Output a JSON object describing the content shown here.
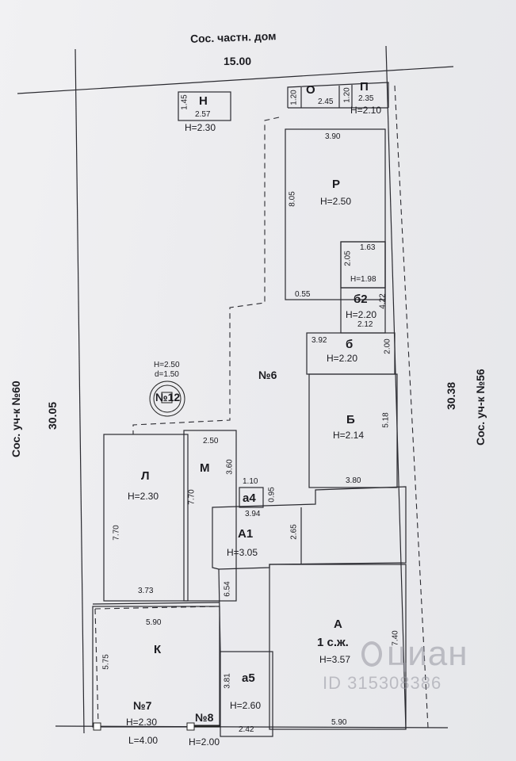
{
  "header": {
    "neighbor_top": "Сос. частн. дом",
    "width_top": "15.00"
  },
  "left_side": {
    "label": "Сос. уч-к №60",
    "length": "30.05"
  },
  "right_side": {
    "label": "Сос. уч-к №56",
    "length": "30.38"
  },
  "buildings": {
    "N": {
      "label": "Н",
      "dim_w": "2.57",
      "dim_h": "1.45",
      "height": "Н=2.30"
    },
    "O": {
      "label": "О",
      "dim_h": "1.20",
      "dim_w": "2.45"
    },
    "P": {
      "label": "П",
      "dim_h": "1.20",
      "dim_w": "2.35",
      "height": "Н=2.10"
    },
    "R": {
      "label": "Р",
      "height": "Н=2.50",
      "dim_w": "3.90",
      "dim_h": "8.05"
    },
    "small": {
      "dim_w": "1.63",
      "dim_h": "2.05",
      "height": "Н=1.98"
    },
    "b2": {
      "label": "б2",
      "height": "Н=2.20",
      "dim_w": "2.12",
      "dim_h": "4.22"
    },
    "gap": {
      "dim": "0.55"
    },
    "b": {
      "label": "б",
      "height": "Н=2.20",
      "dim_w": "3.92",
      "dim_h": "2.00"
    },
    "B": {
      "label": "Б",
      "height": "Н=2.14",
      "dim_w": "3.80",
      "dim_h": "5.18"
    },
    "L": {
      "label": "Л",
      "height": "Н=2.30",
      "dim_w": "3.73",
      "dim_h": "7.70"
    },
    "M": {
      "label": "М",
      "dim_w": "2.50",
      "dim_h": "3.60",
      "dim_h2": "7.70"
    },
    "a4": {
      "label": "а4",
      "dim_w": "1.10",
      "dim_h": "0.95"
    },
    "A1": {
      "label": "А1",
      "height": "Н=3.05",
      "dim_w": "3.94",
      "dim_h": "2.65",
      "dim_side": "6.54"
    },
    "A": {
      "label": "А",
      "floors": "1 с.ж.",
      "height": "Н=3.57",
      "dim_w": "5.90",
      "dim_h": "7.40"
    },
    "K": {
      "label": "К",
      "dim_w": "5.90",
      "dim_h": "5.75"
    },
    "a5": {
      "label": "а5",
      "height": "Н=2.60",
      "dim_w": "2.42",
      "dim_h": "3.81"
    }
  },
  "features": {
    "no6": "№6",
    "no12": {
      "label": "№12",
      "height": "Н=2.50",
      "diameter": "d=1.50"
    },
    "no7": {
      "label": "№7",
      "height": "Н=2.30",
      "length": "L=4.00"
    },
    "no8": {
      "label": "№8",
      "height": "Н=2.00"
    }
  },
  "watermark": {
    "brand": "циан",
    "id": "ID 315308386"
  }
}
